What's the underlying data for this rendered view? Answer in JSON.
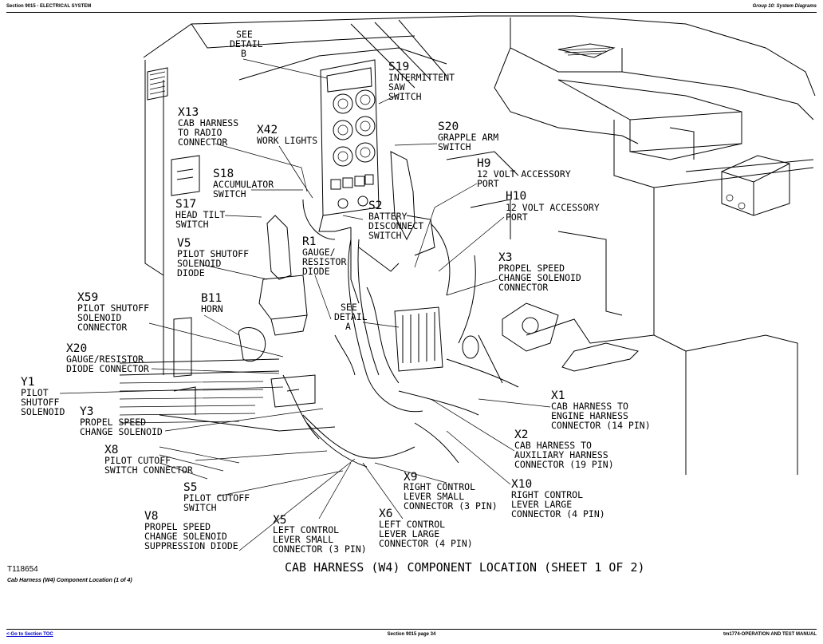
{
  "header": {
    "section": "Section 9015 - ELECTRICAL SYSTEM",
    "group": "Group 10: System Diagrams"
  },
  "diagram": {
    "title": "CAB HARNESS (W4) COMPONENT LOCATION (SHEET 1 OF 2)",
    "figure_id": "T118654",
    "caption": "Cab Harness (W4) Component Location (1 of 4)",
    "labels": {
      "detail_b": [
        "SEE",
        "DETAIL",
        "B"
      ],
      "detail_a": [
        "SEE",
        "DETAIL",
        "A"
      ],
      "s19": {
        "code": "S19",
        "lines": [
          "INTERMITTENT",
          "SAW",
          "SWITCH"
        ]
      },
      "x13": {
        "code": "X13",
        "lines": [
          "CAB HARNESS",
          "TO RADIO",
          "CONNECTOR"
        ]
      },
      "x42": {
        "code": "X42",
        "lines": [
          "WORK LIGHTS"
        ]
      },
      "s20": {
        "code": "S20",
        "lines": [
          "GRAPPLE ARM",
          "SWITCH"
        ]
      },
      "h9": {
        "code": "H9",
        "lines": [
          "12 VOLT ACCESSORY",
          "PORT"
        ]
      },
      "h10": {
        "code": "H10",
        "lines": [
          "12 VOLT ACCESSORY",
          "PORT"
        ]
      },
      "s18": {
        "code": "S18",
        "lines": [
          "ACCUMULATOR",
          "SWITCH"
        ]
      },
      "s17": {
        "code": "S17",
        "lines": [
          "HEAD TILT",
          "SWITCH"
        ]
      },
      "s2": {
        "code": "S2",
        "lines": [
          "BATTERY",
          "DISCONNECT",
          "SWITCH"
        ]
      },
      "v5": {
        "code": "V5",
        "lines": [
          "PILOT SHUTOFF",
          "SOLENOID",
          "DIODE"
        ]
      },
      "r1": {
        "code": "R1",
        "lines": [
          "GAUGE/",
          "RESISTOR",
          "DIODE"
        ]
      },
      "x3": {
        "code": "X3",
        "lines": [
          "PROPEL SPEED",
          "CHANGE SOLENOID",
          "CONNECTOR"
        ]
      },
      "x59": {
        "code": "X59",
        "lines": [
          "PILOT SHUTOFF",
          "SOLENOID",
          "CONNECTOR"
        ]
      },
      "b11": {
        "code": "B11",
        "lines": [
          "HORN"
        ]
      },
      "x20": {
        "code": "X20",
        "lines": [
          "GAUGE/RESISTOR",
          "DIODE CONNECTOR"
        ]
      },
      "y1": {
        "code": "Y1",
        "lines": [
          "PILOT",
          "SHUTOFF",
          "SOLENOID"
        ]
      },
      "y3": {
        "code": "Y3",
        "lines": [
          "PROPEL SPEED",
          "CHANGE SOLENOID"
        ]
      },
      "x1": {
        "code": "X1",
        "lines": [
          "CAB HARNESS TO",
          "ENGINE HARNESS",
          "CONNECTOR (14 PIN)"
        ]
      },
      "x2": {
        "code": "X2",
        "lines": [
          "CAB HARNESS TO",
          "AUXILIARY HARNESS",
          "CONNECTOR (19 PIN)"
        ]
      },
      "x8": {
        "code": "X8",
        "lines": [
          "PILOT CUTOFF",
          "SWITCH CONNECTOR"
        ]
      },
      "x10": {
        "code": "X10",
        "lines": [
          "RIGHT CONTROL",
          "LEVER LARGE",
          "CONNECTOR (4 PIN)"
        ]
      },
      "x9": {
        "code": "X9",
        "lines": [
          "RIGHT CONTROL",
          "LEVER SMALL",
          "CONNECTOR (3 PIN)"
        ]
      },
      "s5": {
        "code": "S5",
        "lines": [
          "PILOT CUTOFF",
          "SWITCH"
        ]
      },
      "x6": {
        "code": "X6",
        "lines": [
          "LEFT CONTROL",
          "LEVER LARGE",
          "CONNECTOR (4 PIN)"
        ]
      },
      "v8": {
        "code": "V8",
        "lines": [
          "PROPEL SPEED",
          "CHANGE SOLENOID",
          "SUPPRESSION DIODE"
        ]
      },
      "x5": {
        "code": "X5",
        "lines": [
          "LEFT CONTROL",
          "LEVER SMALL",
          "CONNECTOR (3 PIN)"
        ]
      }
    }
  },
  "footer": {
    "link": "<-Go to Section TOC",
    "page": "Section 9015 page 34",
    "manual": "tm1774-OPERATION AND TEST MANUAL"
  }
}
